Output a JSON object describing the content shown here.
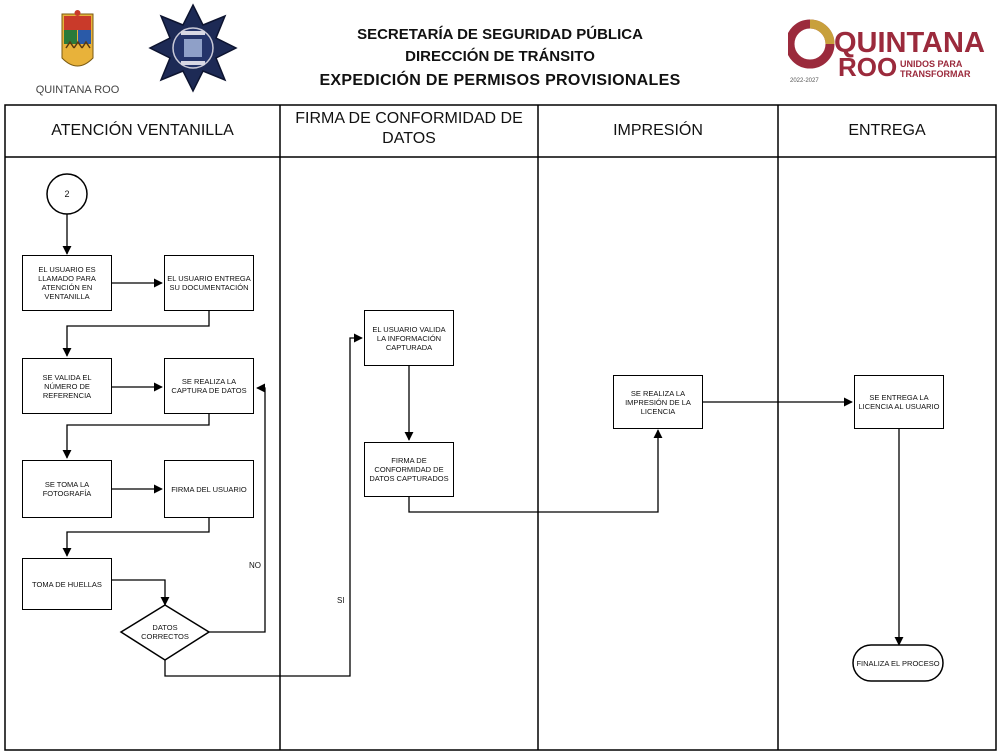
{
  "header": {
    "line1": "SECRETARÍA DE SEGURIDAD PÚBLICA",
    "line2": "DIRECCIÓN DE TRÁNSITO",
    "line3": "EXPEDICIÓN DE PERMISOS PROVISIONALES",
    "left_logo_text": "QUINTANA ROO",
    "right_logo_big": "QUINTANA",
    "right_logo_big2": "ROO",
    "right_logo_small1": "UNIDOS PARA",
    "right_logo_small2": "TRANSFORMAR",
    "right_logo_years": "2022-2027"
  },
  "lanes": [
    {
      "label": "ATENCIÓN VENTANILLA"
    },
    {
      "label": "FIRMA DE CONFORMIDAD DE DATOS"
    },
    {
      "label": "IMPRESIÓN"
    },
    {
      "label": "ENTREGA"
    }
  ],
  "nodes": {
    "connector": "2",
    "llamado": "EL USUARIO ES LLAMADO PARA ATENCIÓN EN VENTANILLA",
    "entrega_doc": "EL USUARIO ENTREGA SU DOCUMENTACIÓN",
    "valida_ref": "SE VALIDA EL NÚMERO DE REFERENCIA",
    "captura": "SE REALIZA LA CAPTURA DE DATOS",
    "fotografia": "SE TOMA LA FOTOGRAFÍA",
    "firma_usuario": "FIRMA DEL USUARIO",
    "huellas": "TOMA DE HUELLAS",
    "decision": "DATOS CORRECTOS",
    "valida_info": "EL USUARIO VALIDA LA INFORMACIÓN CAPTURADA",
    "firma_conformidad": "FIRMA DE CONFORMIDAD DE DATOS CAPTURADOS",
    "impresion": "SE REALIZA LA IMPRESIÓN DE LA LICENCIA",
    "entrega_lic": "SE ENTREGA LA LICENCIA AL USUARIO",
    "fin": "FINALIZA EL PROCESO"
  },
  "edge_labels": {
    "no": "NO",
    "si": "SI"
  },
  "colors": {
    "brand_red": "#9b2a3c",
    "brand_gold": "#c8a03c",
    "badge_blue": "#1d2a55"
  }
}
